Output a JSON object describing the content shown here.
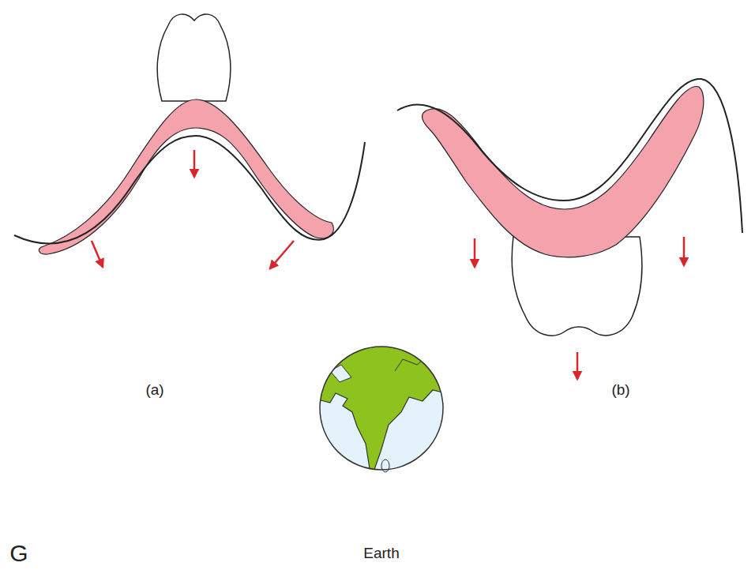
{
  "diagram": {
    "labels": [
      "(a)",
      "(b)",
      "G",
      "Earth"
    ]
  }
}
